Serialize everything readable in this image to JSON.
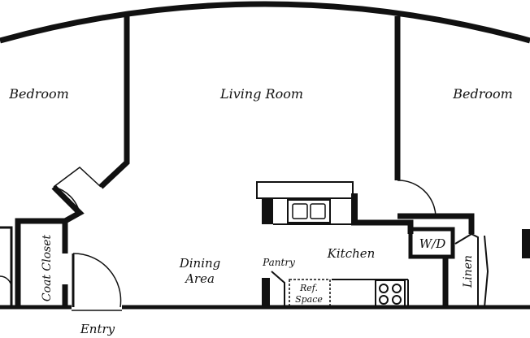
{
  "rooms": {
    "bedroom_left": "Bedroom",
    "living_room": "Living Room",
    "bedroom_right": "Bedroom",
    "kitchen": "Kitchen",
    "dining_line1": "Dining",
    "dining_line2": "Area",
    "pantry": "Pantry",
    "ref_line1": "Ref.",
    "ref_line2": "Space",
    "wd": "W/D",
    "coat_closet": "Coat Closet",
    "linen": "Linen",
    "entry": "Entry"
  },
  "colors": {
    "wall": "#111111",
    "background": "#ffffff"
  }
}
